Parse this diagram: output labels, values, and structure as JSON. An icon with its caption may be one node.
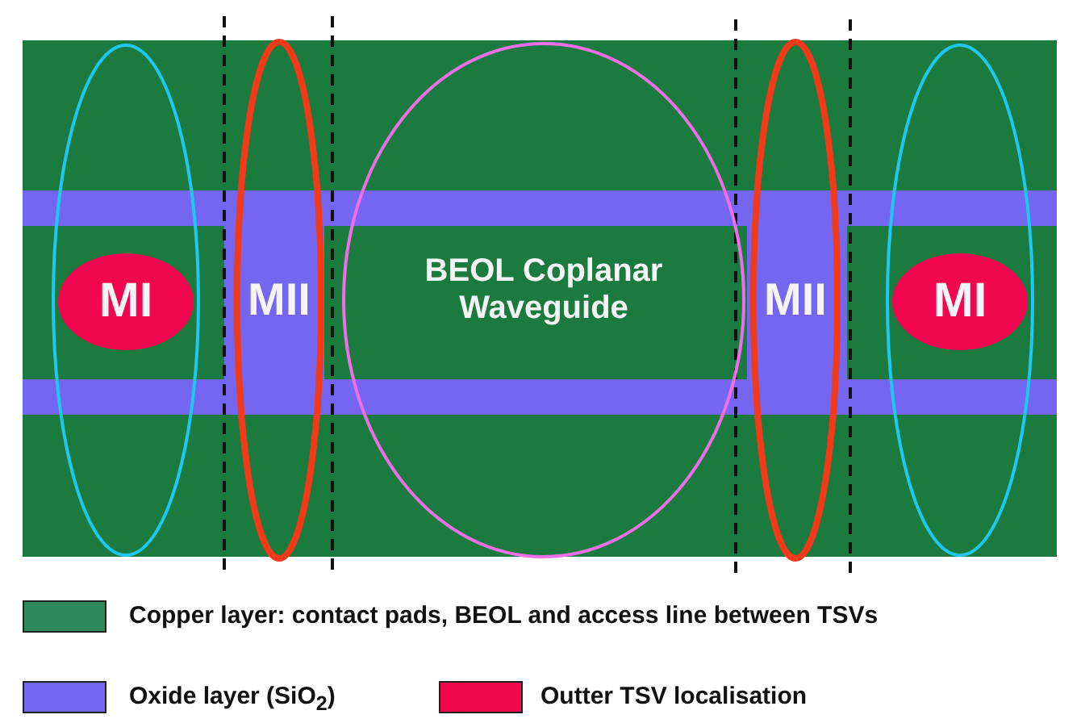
{
  "diagram": {
    "nodes": [
      {
        "text": [
          "MI"
        ]
      },
      {
        "text": [
          "MII"
        ]
      },
      {
        "text": [
          "BEOL Coplanar Waveguide"
        ]
      },
      {
        "text": [
          "MII"
        ]
      },
      {
        "text": [
          "MI"
        ]
      }
    ],
    "legend": [
      {
        "text": "Copper layer: contact pads, BEOL and access line between TSVs",
        "color": "#2f8a5c"
      },
      {
        "text": "Oxide layer (SiO$_{2}$)",
        "color": "#7466f0"
      },
      {
        "text": "Outter TSV localisation",
        "color": "#f2064f"
      }
    ]
  }
}
